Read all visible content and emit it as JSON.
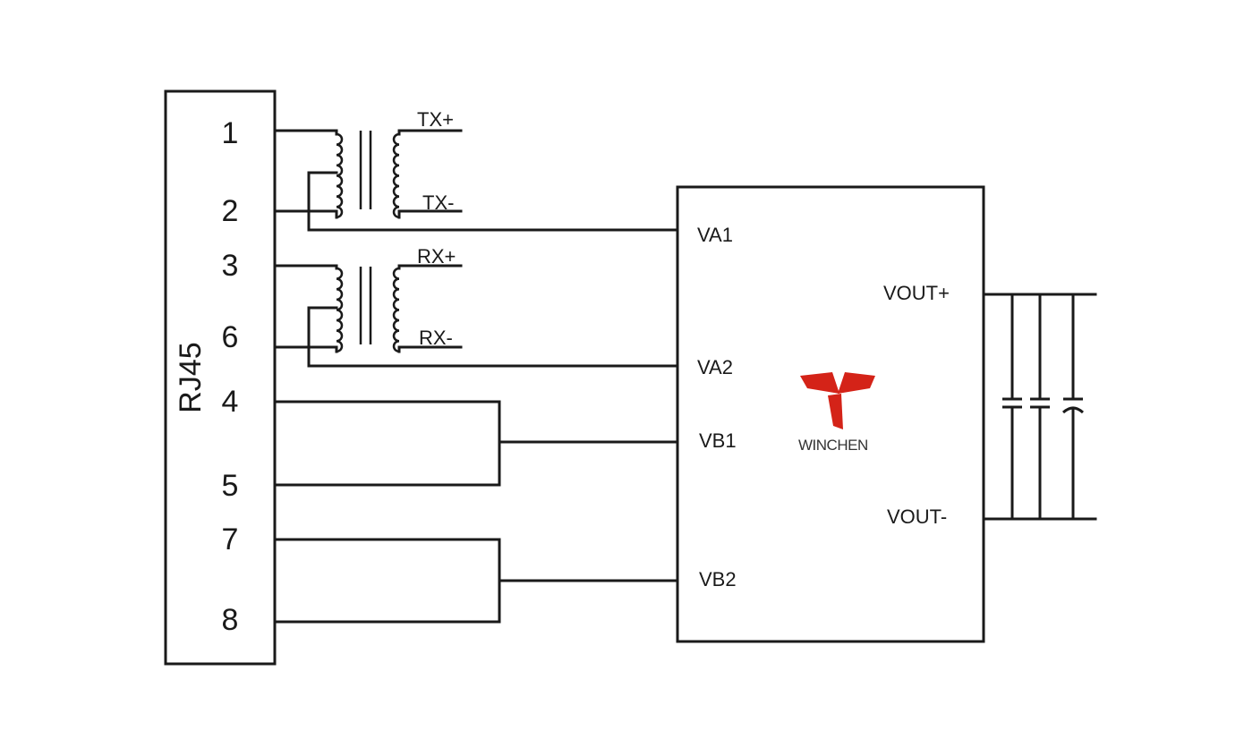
{
  "connector": {
    "name": "RJ45",
    "pins": [
      "1",
      "2",
      "3",
      "6",
      "4",
      "5",
      "7",
      "8"
    ]
  },
  "transformer_labels": {
    "tx_plus": "TX+",
    "tx_minus": "TX-",
    "rx_plus": "RX+",
    "rx_minus": "RX-"
  },
  "module": {
    "inputs": [
      "VA1",
      "VA2",
      "VB1",
      "VB2"
    ],
    "outputs": [
      "VOUT+",
      "VOUT-"
    ],
    "brand": "WINCHEN",
    "brand_color": "#d42318"
  }
}
